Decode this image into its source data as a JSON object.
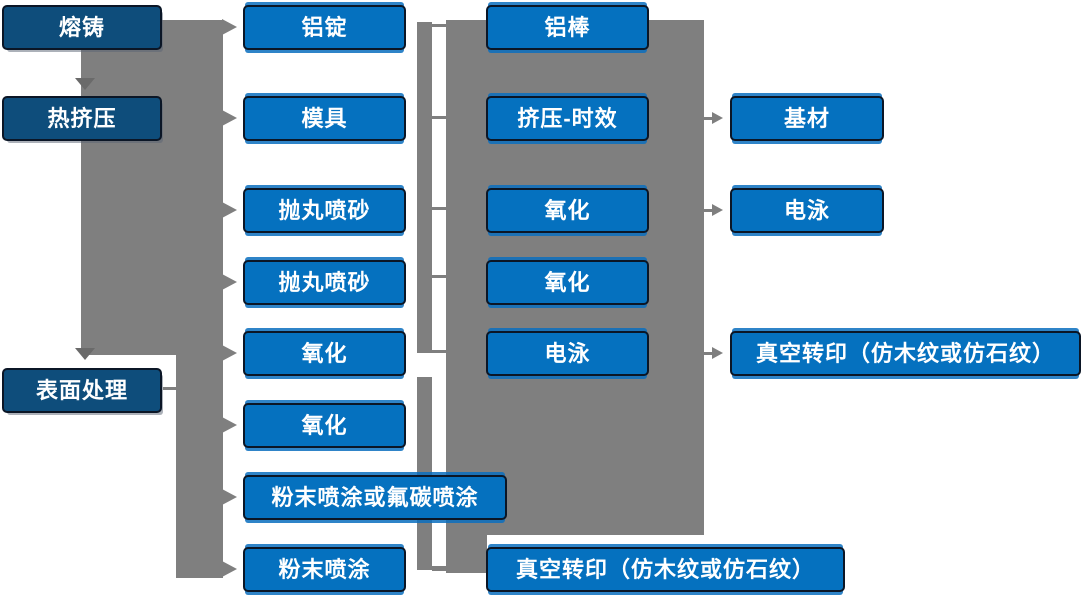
{
  "colors": {
    "box_blue": "#0571BF",
    "box_dark_blue": "#0E4D7B",
    "connector_gray": "#7F7F7F",
    "arrow_dark_gray": "#6A6A6A",
    "border_navy": "#0B1626",
    "text_white": "#FFFFFF"
  },
  "col1": [
    "熔铸",
    "热挤压",
    "表面处理"
  ],
  "col2": [
    "铝锭",
    "模具",
    "抛丸喷砂",
    "抛丸喷砂",
    "氧化",
    "氧化",
    "粉末喷涂或氟碳喷涂",
    "粉末喷涂"
  ],
  "col3": [
    "铝棒",
    "挤压-时效",
    "氧化",
    "氧化",
    "电泳",
    "真空转印（仿木纹或仿石纹）"
  ],
  "col4": [
    "基材",
    "电泳",
    "真空转印（仿木纹或仿石纹）"
  ],
  "flows": [
    "熔铸 → 热挤压 → 表面处理",
    "主流程干线 → 铝锭/模具/抛丸喷砂/抛丸喷砂/氧化/氧化/粉末喷涂或氟碳喷涂/粉末喷涂",
    "铝锭→铝棒, 模具→挤压-时效, 抛丸喷砂→氧化, 抛丸喷砂→氧化, 氧化→电泳, 粉末喷涂→真空转印（仿木纹或仿石纹）",
    "挤压-时效→基材, 氧化→电泳, 电泳→真空转印（仿木纹或仿石纹）"
  ]
}
